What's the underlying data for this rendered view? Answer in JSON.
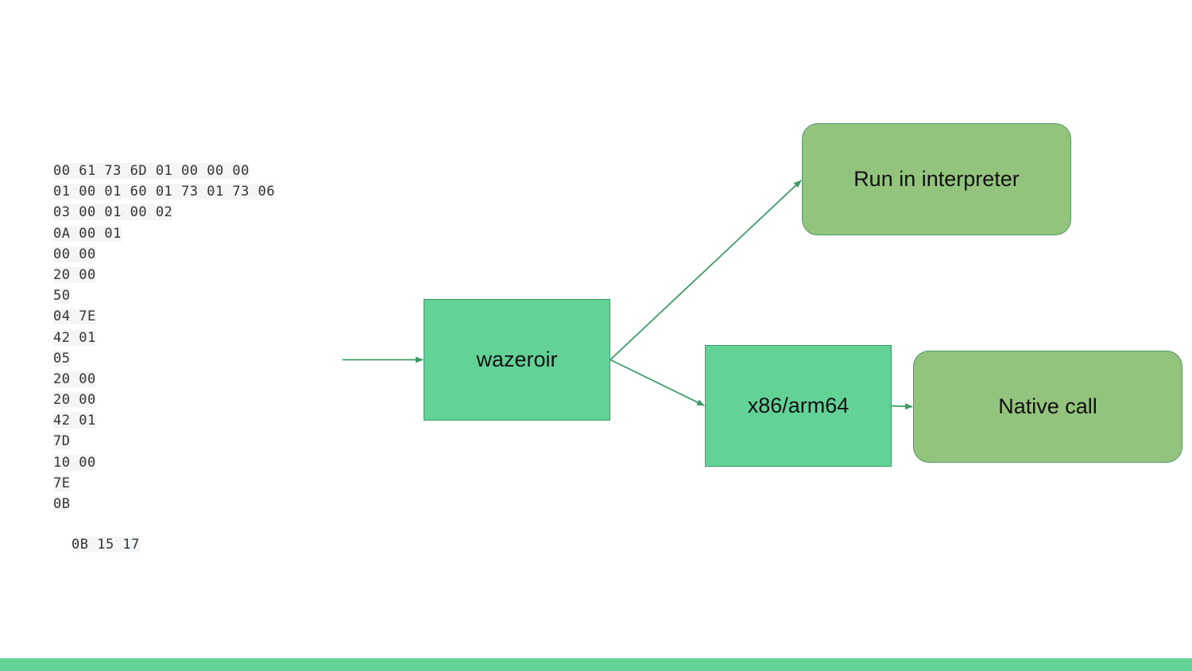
{
  "hex_lines": [
    "00 61 73 6D 01 00 00 00",
    "01 00 01 60 01 73 01 73 06",
    "03 00 01 00 02",
    "0A 00 01",
    "00 00",
    "20 00",
    "50",
    "04 7E",
    "42 01",
    "05",
    "20 00",
    "20 00",
    "42 01",
    "7D",
    "10 00",
    "7E",
    "0B"
  ],
  "hex_tail": "0B 15 17",
  "nodes": {
    "wazeroir": "wazeroir",
    "native_code": "x86/arm64",
    "interpreter": "Run in interpreter",
    "native_call": "Native call"
  },
  "colors": {
    "box_green": "#63d297",
    "rounded_green": "#93c47d",
    "arrow": "#3d9a66",
    "footer": "#63d297"
  }
}
